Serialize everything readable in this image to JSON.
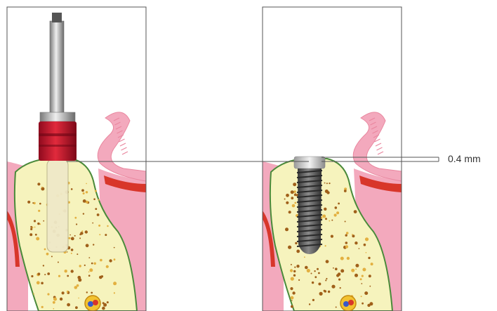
{
  "measurement": {
    "label": "0.4 mm"
  },
  "panels": [
    {
      "name": "left-panel",
      "instrument": "depth-gauge",
      "instrument_color": "#c8102e"
    },
    {
      "name": "right-panel",
      "instrument": "dental-implant",
      "instrument_color": "#5a5a5a"
    }
  ],
  "colors": {
    "gum": "#f3a9bd",
    "gum_dark": "#e9879f",
    "bone_fill": "#f6f3bd",
    "bone_edge": "#4a8a3a",
    "membrane": "#d8362a",
    "pore": "#a0601a",
    "pore_light": "#e3b040",
    "frame": "#555555",
    "reference_line": "#555555"
  }
}
